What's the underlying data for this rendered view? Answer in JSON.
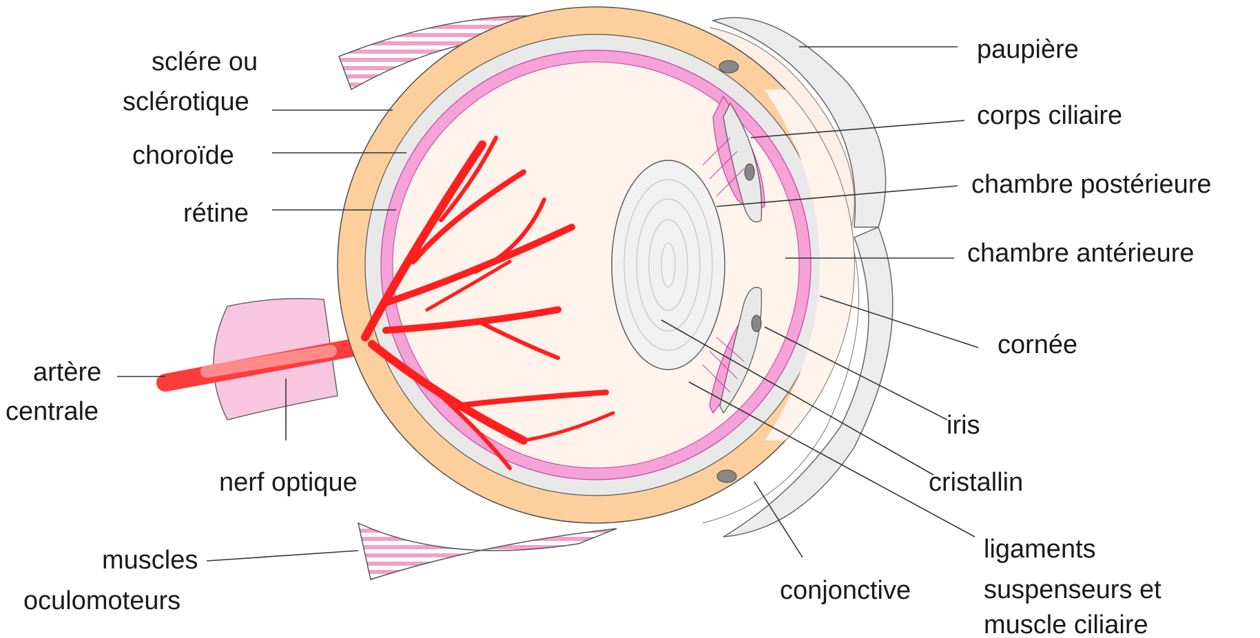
{
  "colors": {
    "sclera": "#fccf9c",
    "choroid": "#e8e8e8",
    "retina": "#f5a2d6",
    "interior": "#fff3ec",
    "vessel": "#ff1f1f",
    "muscle_stripe": "#f2a0c8",
    "nerve": "#f9c6e0"
  },
  "labels": {
    "sclera_line1": "sclére ou",
    "sclera_line2": "sclérotique",
    "choroid": "choroïde",
    "retina": "rétine",
    "artery_line1": "artère",
    "artery_line2": "centrale",
    "optic_nerve": "nerf optique",
    "muscles_line1": "muscles",
    "muscles_line2": "oculomoteurs",
    "eyelid": "paupière",
    "ciliary_body": "corps ciliaire",
    "posterior_chamber": "chambre postérieure",
    "anterior_chamber": "chambre antérieure",
    "cornea": "cornée",
    "iris": "iris",
    "lens": "cristallin",
    "conjunctiva": "conjonctive",
    "ligaments_line1": "ligaments",
    "ligaments_line2": "suspenseurs et",
    "ligaments_line3": "muscle ciliaire"
  }
}
